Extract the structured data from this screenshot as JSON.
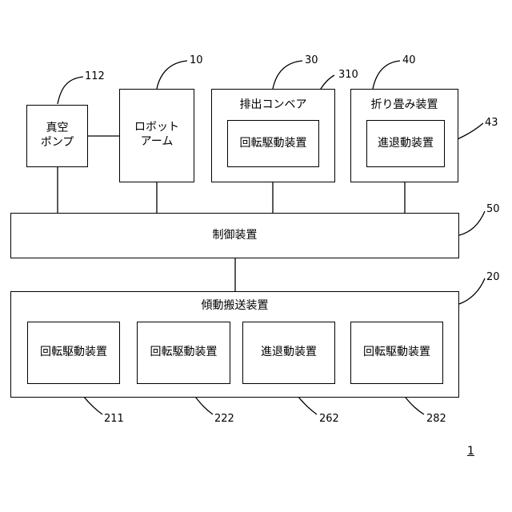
{
  "components": {
    "vacuum_pump": {
      "label": "真空\nポンプ",
      "ref": "112"
    },
    "robot_arm": {
      "label": "ロボット\nアーム",
      "ref": "10"
    },
    "conveyor": {
      "label": "排出コンベア",
      "ref": "30"
    },
    "conveyor_drive": {
      "label": "回転駆動装置",
      "ref": "310"
    },
    "folding": {
      "label": "折り畳み装置",
      "ref": "40"
    },
    "folding_drive": {
      "label": "進退動装置",
      "ref": "43"
    },
    "controller": {
      "label": "制御装置",
      "ref": "50"
    },
    "tilt_transport": {
      "label": "傾動搬送装置",
      "ref": "20"
    },
    "drive_211": {
      "label": "回転駆動装置",
      "ref": "211"
    },
    "drive_222": {
      "label": "回転駆動装置",
      "ref": "222"
    },
    "drive_262": {
      "label": "進退動装置",
      "ref": "262"
    },
    "drive_282": {
      "label": "回転駆動装置",
      "ref": "282"
    }
  },
  "figure_number": "1"
}
